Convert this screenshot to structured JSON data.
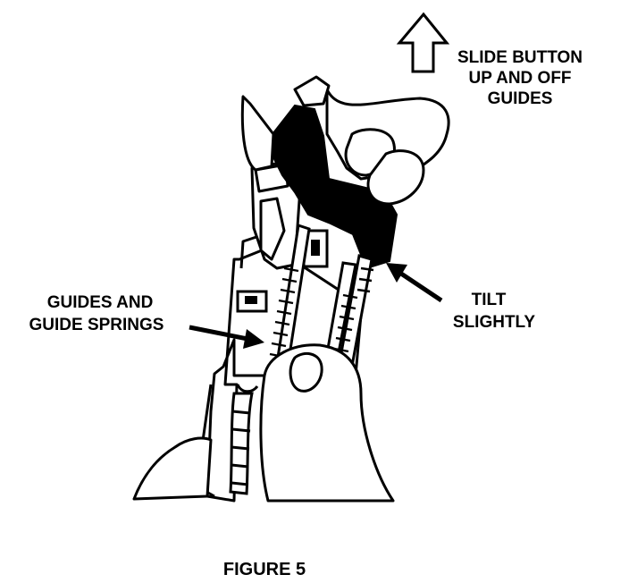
{
  "labels": {
    "slide_line1": "SLIDE BUTTON",
    "slide_line2": "UP AND OFF",
    "slide_line3": "GUIDES",
    "guides_line1": "GUIDES AND",
    "guides_line2": "GUIDE SPRINGS",
    "tilt_line1": "TILT",
    "tilt_line2": "SLIGHTLY"
  },
  "caption": "FIGURE 5",
  "colors": {
    "ink": "#000000",
    "paper": "#ffffff"
  }
}
